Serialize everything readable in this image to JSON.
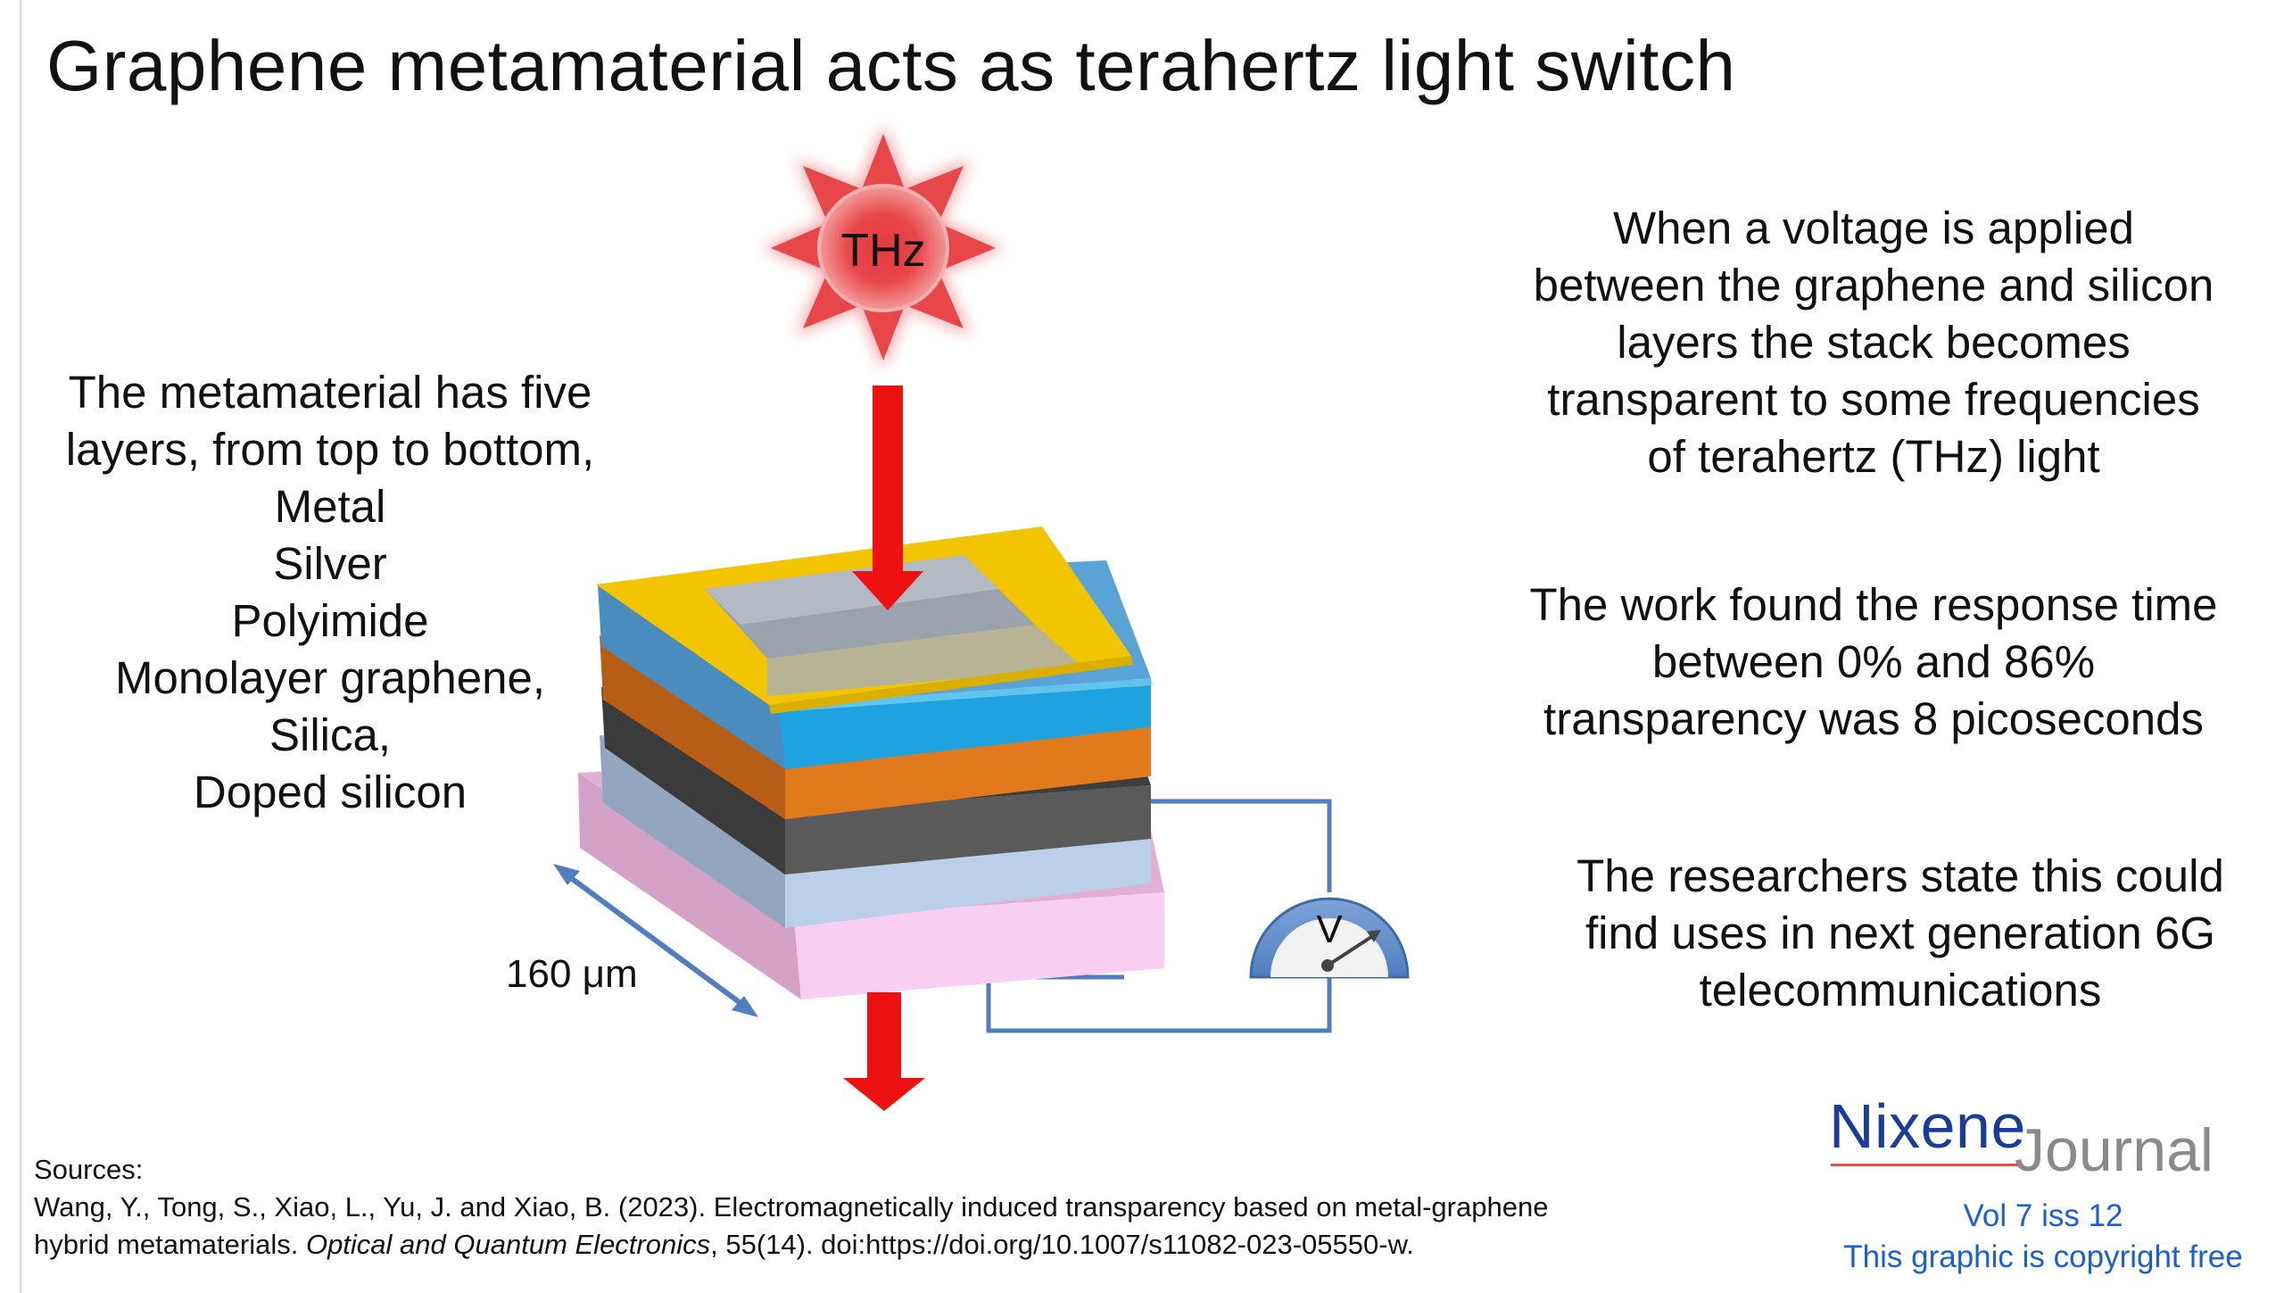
{
  "title": "Graphene metamaterial acts as terahertz light switch",
  "layers_text": {
    "lines": [
      "The metamaterial has five",
      "layers, from top to bottom,",
      "Metal",
      "Silver",
      "Polyimide",
      "Monolayer graphene,",
      "Silica,",
      "Doped silicon"
    ]
  },
  "voltage_text": {
    "lines": [
      "When a voltage is applied",
      "between the graphene and silicon",
      "layers the stack becomes",
      "transparent to some frequencies",
      "of terahertz (THz) light"
    ]
  },
  "response_text": {
    "lines": [
      "The work found the response time",
      "between 0% and 86%",
      "transparency was 8 picoseconds"
    ]
  },
  "uses_text": {
    "lines": [
      "The researchers state this could",
      "find uses in next generation 6G",
      "telecommunications"
    ]
  },
  "diagram": {
    "source_label": "THz",
    "dimension_label": "160 μm",
    "meter_label": "V",
    "colors": {
      "sun": "#e8474a",
      "arrow": "#ee1111",
      "metal": "#f3c400",
      "silver": "#1ea3e0",
      "polyimide": "#e07a1c",
      "graphene": "#555555",
      "silica": "#b9cde6",
      "silicon": "#f6cdee",
      "wire": "#4f7fc0"
    }
  },
  "sources": {
    "heading": "Sources:",
    "line1": "Wang, Y., Tong, S., Xiao, L., Yu, J. and Xiao, B. (2023). Electromagnetically induced transparency based on metal-graphene",
    "line2_start": "hybrid metamaterials. ",
    "journal": "Optical and Quantum Electronics",
    "line2_end": ", 55(14). doi:https://doi.org/10.1007/s11082-023-05550-w."
  },
  "logo": {
    "name": "Nixene",
    "suffix": "Journal",
    "issue": "Vol 7 iss 12",
    "copyright": "This graphic is copyright free"
  }
}
